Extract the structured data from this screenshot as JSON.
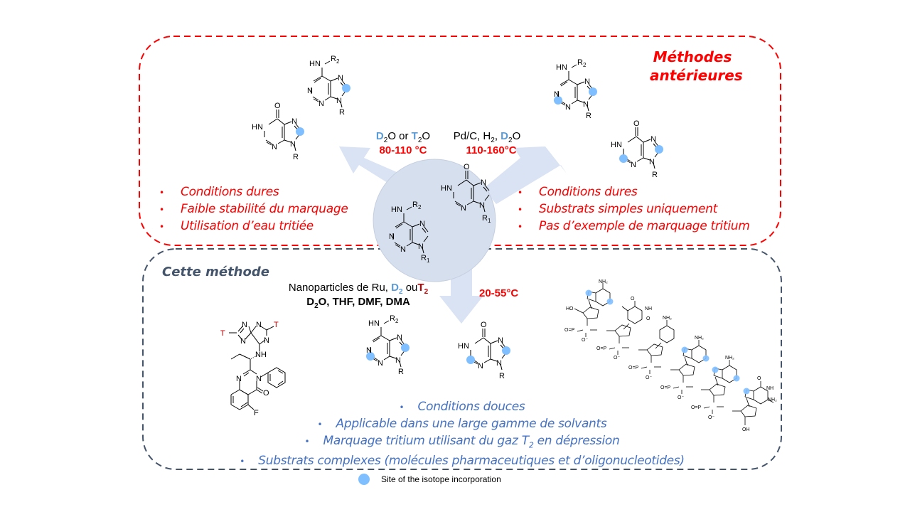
{
  "previous_methods": {
    "title_line1": "Méthodes",
    "title_line2": "antérieures",
    "left_conditions": {
      "reagent_d": "D",
      "reagent_mid": "O or ",
      "reagent_t": "T",
      "reagent_end": "O",
      "sub": "2",
      "temperature": "80-110 °C"
    },
    "right_conditions": {
      "reagent_prefix": "Pd/C, H",
      "sub": "2",
      "reagent_sep": ", ",
      "reagent_d": "D",
      "reagent_end": "O",
      "temperature": "110-160°C"
    },
    "left_bullets": [
      "Conditions dures",
      "Faible stabilité du marquage",
      "Utilisation d’eau tritiée"
    ],
    "right_bullets": [
      "Conditions dures",
      "Substrats simples uniquement",
      "Pas d’exemple de marquage tritium"
    ],
    "bullet_char": "•"
  },
  "this_method": {
    "title": "Cette méthode",
    "conditions": {
      "catalyst": "Nanoparticles de Ru, ",
      "d": "D",
      "sub": "2",
      "or": " ou",
      "t": "T",
      "solvents_d": "D",
      "solvents_rest": "O, THF, DMF, DMA",
      "temperature": "20-55°C"
    },
    "bullets": [
      "Conditions douces",
      "Applicable dans une  large gamme de solvants",
      "Marquage tritium utilisant du gaz T",
      "Substrats complexes (molécules pharmaceutiques et d’oligonucleotides)"
    ],
    "bullet3_sub": "2",
    "bullet3_tail": " en dépression",
    "bullet_char": "•"
  },
  "legend": {
    "label": "Site of the isotope incorporation",
    "marker_color": "#7fbfff"
  },
  "molecules": {
    "adenine_label_hn": "HN",
    "r2": "R",
    "r2_sub": "2",
    "r": "R",
    "r1_sub": "1",
    "n": "N",
    "o": "O",
    "hn": "HN",
    "t": "T",
    "nh": "NH",
    "f": "F",
    "nh2": "NH₂",
    "ho": "HO",
    "oh": "OH",
    "o_minus": "O⁻",
    "p": "P"
  },
  "colors": {
    "previous_border": "#ff0000",
    "this_border": "#44546a",
    "arrow_fill": "#dae3f3",
    "circle_fill": "#d6dfee",
    "highlight": "#7fbfff",
    "tritium_red": "#c00000"
  }
}
